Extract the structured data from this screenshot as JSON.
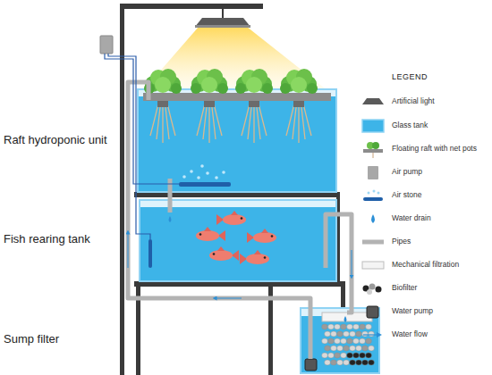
{
  "diagram": {
    "labels": [
      "Raft hydroponic unit",
      "Fish rearing tank",
      "Sump filter",
      "LEGEND"
    ],
    "legend": [
      {
        "text": "Artificial light"
      },
      {
        "text": "Glass tank",
        "color": "#3db4e8"
      },
      {
        "text": "Floating raft with net pots"
      },
      {
        "text": "Air pump"
      },
      {
        "text": "Air stone"
      },
      {
        "text": "Water drain"
      },
      {
        "text": "Pipes"
      },
      {
        "text": "Mechanical filtration"
      },
      {
        "text": "Biofilter"
      },
      {
        "text": "Water pump"
      },
      {
        "text": "Water flow"
      }
    ]
  }
}
